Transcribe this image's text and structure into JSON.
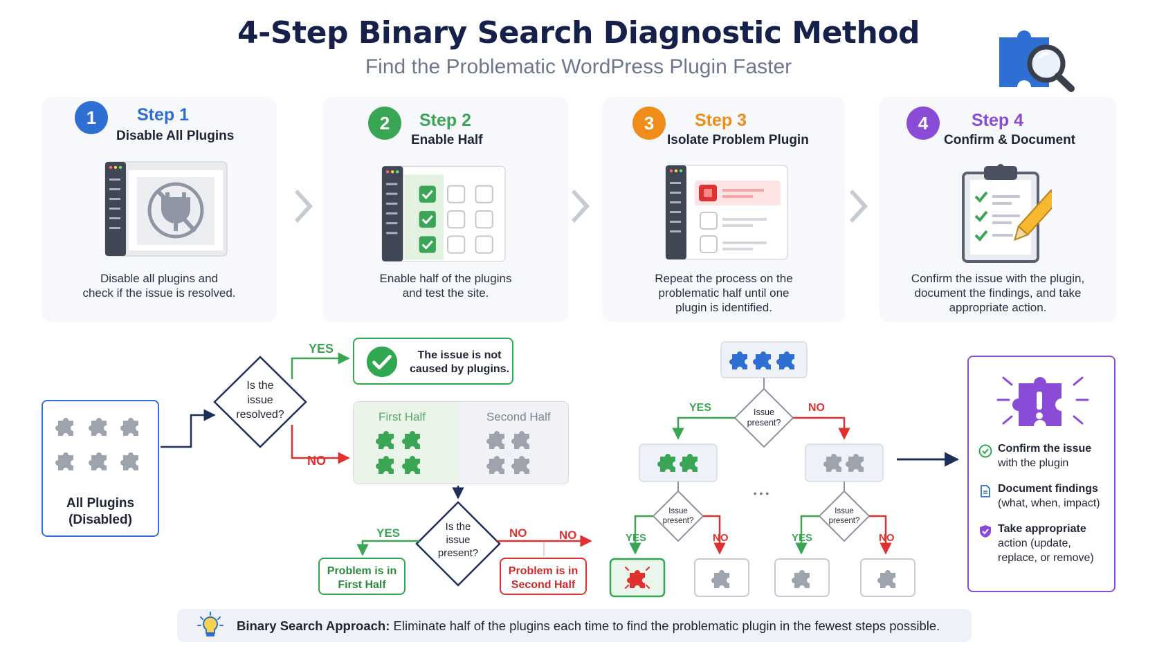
{
  "header": {
    "title": "4-Step Binary Search Diagnostic Method",
    "subtitle": "Find the Problematic WordPress Plugin Faster"
  },
  "steps": [
    {
      "number": "1",
      "label": "Step 1",
      "name": "Disable All Plugins",
      "desc": [
        "Disable all plugins and",
        "check if the issue is resolved."
      ],
      "color": "#2f6fd4"
    },
    {
      "number": "2",
      "label": "Step 2",
      "name": "Enable Half",
      "desc": [
        "Enable half of the plugins",
        "and test the site."
      ],
      "color": "#3aa655"
    },
    {
      "number": "3",
      "label": "Step 3",
      "name": "Isolate Problem Plugin",
      "desc": [
        "Repeat the process on the",
        "problematic half until one",
        "plugin is identified."
      ],
      "color": "#f08c1a"
    },
    {
      "number": "4",
      "label": "Step 4",
      "name": "Confirm & Document",
      "desc": [
        "Confirm the issue with the plugin,",
        "document the findings, and take",
        "appropriate action."
      ],
      "color": "#8a4bd6"
    }
  ],
  "flow": {
    "all_plugins": [
      "All Plugins",
      "(Disabled)"
    ],
    "q_resolved": [
      "Is the",
      "issue",
      "resolved?"
    ],
    "yes": "YES",
    "no": "NO",
    "not_caused": [
      "The issue is not",
      "caused by plugins."
    ],
    "first_half": "First Half",
    "second_half": "Second Half",
    "q_present": [
      "Is the",
      "issue",
      "present?"
    ],
    "problem_first": [
      "Problem is in",
      "First Half"
    ],
    "problem_second": [
      "Problem is in",
      "Second Half"
    ],
    "issue_present_short": [
      "Issue",
      "present?"
    ],
    "ellipsis": "• • •"
  },
  "confirm_panel": {
    "items": [
      {
        "icon": "check-circle-icon",
        "lines": [
          "Confirm the issue",
          "with the plugin"
        ]
      },
      {
        "icon": "document-icon",
        "lines": [
          "Document findings",
          "(what, when, impact)"
        ]
      },
      {
        "icon": "shield-icon",
        "lines": [
          "Take appropriate",
          "action (update,",
          "replace, or remove)"
        ]
      }
    ]
  },
  "footer": {
    "label": "Binary Search Approach:",
    "text": " Eliminate half of the plugins each time to find the problematic plugin in the fewest steps possible."
  },
  "colors": {
    "blue": "#2f6fd4",
    "green": "#3aa655",
    "orange": "#f08c1a",
    "purple": "#8a4bd6",
    "red": "#e03131",
    "navy": "#15214a"
  }
}
